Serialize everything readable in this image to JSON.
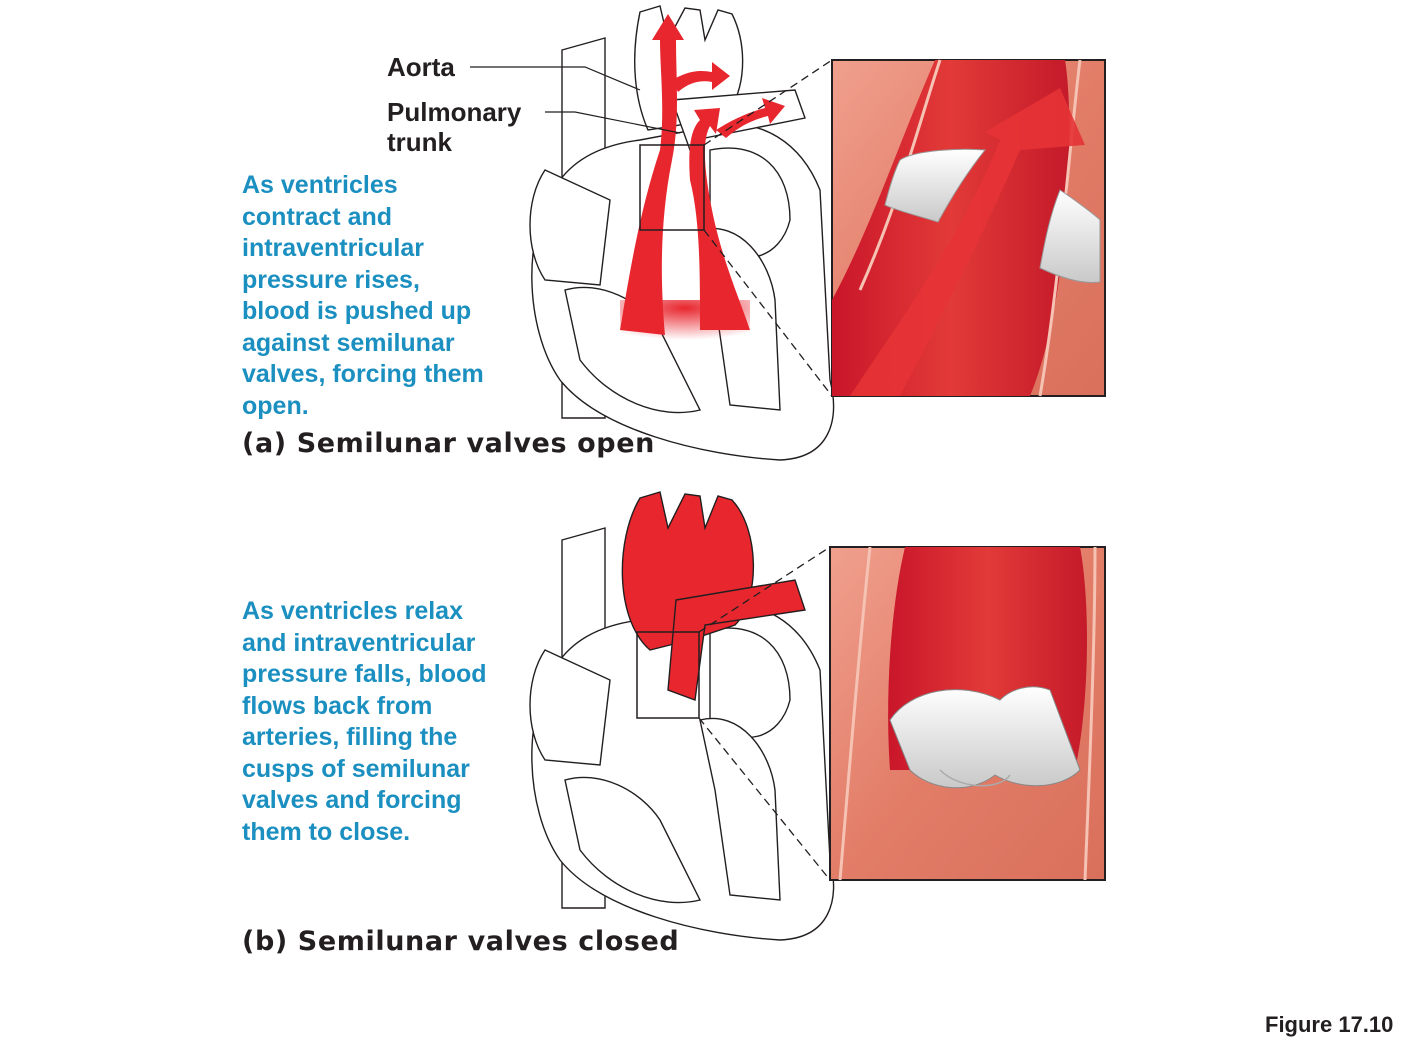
{
  "panel_a": {
    "label_aorta": "Aorta",
    "label_pulmonary": [
      "Pulmonary",
      "trunk"
    ],
    "description": [
      "As ventricles",
      "contract and",
      "intraventricular",
      "pressure rises,",
      "blood is pushed up",
      "against semilunar",
      "valves, forcing them",
      "open."
    ],
    "caption": "(a) Semilunar valves open"
  },
  "panel_b": {
    "description": [
      "As ventricles relax",
      "and intraventricular",
      "pressure falls, blood",
      "flows back from",
      "arteries, filling the",
      "cusps of semilunar",
      "valves and forcing",
      "them to close."
    ],
    "caption": "(b) Semilunar valves closed"
  },
  "figure_label": "Figure 17.10",
  "colors": {
    "blood": "#e8262e",
    "tissue": "#e9806c",
    "text_blue": "#1a8fc0",
    "text_dark": "#231f20"
  }
}
